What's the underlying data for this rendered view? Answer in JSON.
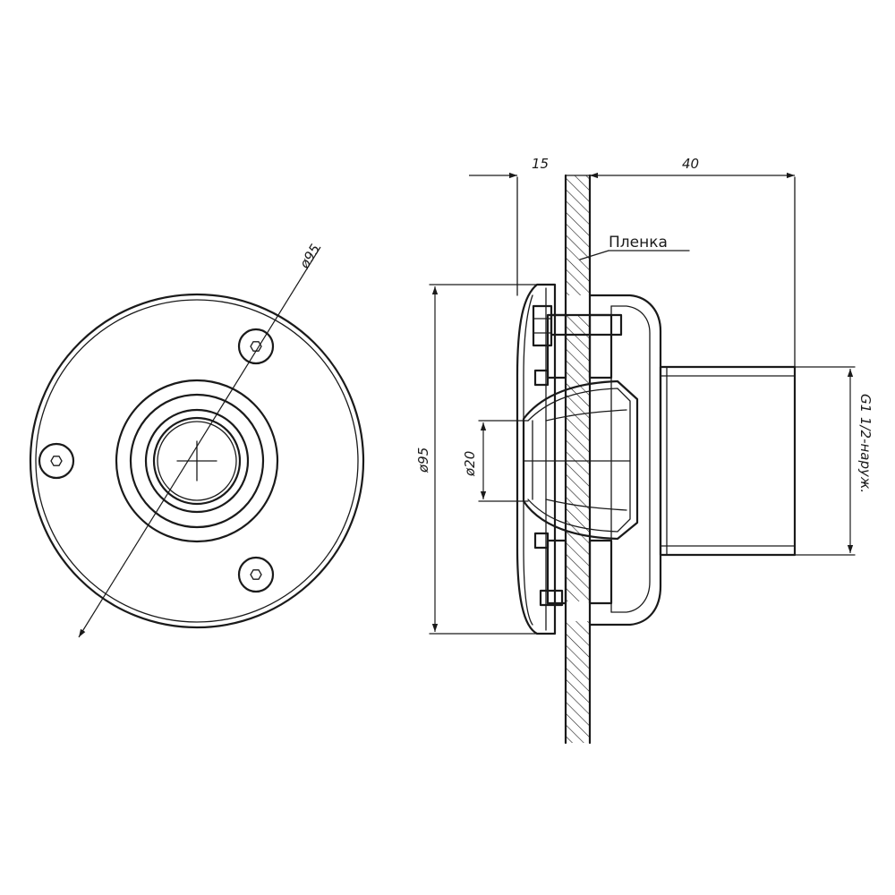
{
  "labels": {
    "front_diameter": "ø95",
    "top_left_dim": "15",
    "top_right_dim": "40",
    "membrane": "Пленка",
    "side_diameter": "ø95",
    "inner_diameter": "ø20",
    "thread": "G1 1/2-наруж."
  },
  "colors": {
    "line": "#1a1a1a",
    "background": "#ffffff"
  }
}
